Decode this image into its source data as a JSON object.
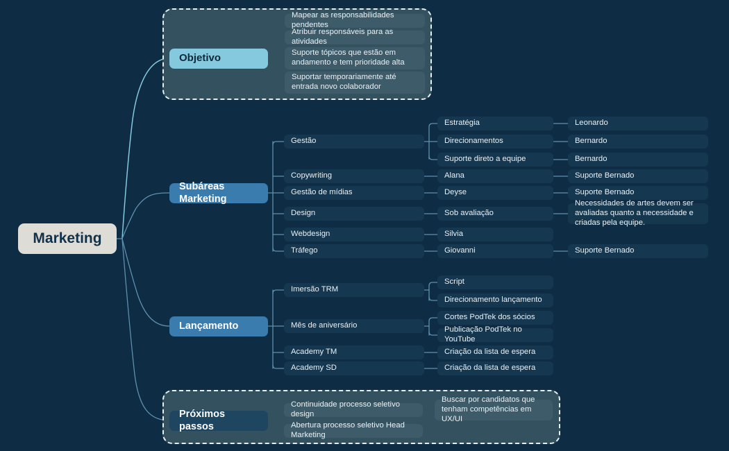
{
  "title": "Marketing Mind Map",
  "colors": {
    "background": "#0e2d45",
    "root_node": "#dddcd6",
    "branch_objetivo": "#84c9dd",
    "branch_subareas": "#3a7cad",
    "branch_lancamento": "#3a7cad",
    "branch_proximos": "#1e4660",
    "leaf_node": "#153750",
    "group_panel": "#33515f",
    "connector": "#5e90ad",
    "connector_highlight": "#84c9dd"
  },
  "root": {
    "label": "Marketing"
  },
  "branches": [
    {
      "id": "objetivo",
      "label": "Objetivo",
      "grouped": true,
      "children": [
        {
          "label": "Mapear as responsabilidades pendentes"
        },
        {
          "label": "Atribuir responsáveis para as atividades"
        },
        {
          "label": "Suporte tópicos que estão em andamento e tem prioridade alta"
        },
        {
          "label": "Suportar temporariamente até entrada novo colaborador"
        }
      ]
    },
    {
      "id": "subareas",
      "label": "Subáreas Marketing",
      "grouped": false,
      "children": [
        {
          "label": "Gestão",
          "children": [
            {
              "label": "Estratégia",
              "children": [
                {
                  "label": "Leonardo"
                }
              ]
            },
            {
              "label": "Direcionamentos",
              "children": [
                {
                  "label": "Bernardo"
                }
              ]
            },
            {
              "label": "Suporte direto a equipe",
              "children": [
                {
                  "label": "Bernardo"
                }
              ]
            }
          ]
        },
        {
          "label": "Copywriting",
          "children": [
            {
              "label": "Alana",
              "children": [
                {
                  "label": "Suporte Bernado"
                }
              ]
            }
          ]
        },
        {
          "label": "Gestão de mídias",
          "children": [
            {
              "label": "Deyse",
              "children": [
                {
                  "label": "Suporte Bernado"
                }
              ]
            }
          ]
        },
        {
          "label": "Design",
          "children": [
            {
              "label": "Sob avaliação",
              "children": [
                {
                  "label": "Necessidades de artes devem ser avaliadas quanto a necessidade e criadas pela equipe."
                }
              ]
            }
          ]
        },
        {
          "label": "Webdesign",
          "children": [
            {
              "label": "Silvia"
            }
          ]
        },
        {
          "label": "Tráfego",
          "children": [
            {
              "label": "Giovanni",
              "children": [
                {
                  "label": "Suporte Bernado"
                }
              ]
            }
          ]
        }
      ]
    },
    {
      "id": "lancamento",
      "label": "Lançamento",
      "grouped": false,
      "children": [
        {
          "label": "Imersão TRM",
          "children": [
            {
              "label": "Script"
            },
            {
              "label": "Direcionamento lançamento"
            }
          ]
        },
        {
          "label": "Mês de aniversário",
          "children": [
            {
              "label": "Cortes PodTek dos sócios"
            },
            {
              "label": "Publicação PodTek no YouTube"
            }
          ]
        },
        {
          "label": "Academy TM",
          "children": [
            {
              "label": "Criação da lista de espera"
            }
          ]
        },
        {
          "label": "Academy SD",
          "children": [
            {
              "label": "Criação da lista de espera"
            }
          ]
        }
      ]
    },
    {
      "id": "proximos",
      "label": "Próximos passos",
      "grouped": true,
      "children": [
        {
          "label": "Continuidade processo seletivo design",
          "children": [
            {
              "label": "Buscar por candidatos que tenham competências em UX/UI"
            }
          ]
        },
        {
          "label": "Abertura processo seletivo Head Marketing"
        }
      ]
    }
  ],
  "nodes": {
    "root": "Marketing",
    "objetivo": "Objetivo",
    "obj_c1": "Mapear as responsabilidades pendentes",
    "obj_c2": "Atribuir responsáveis para as atividades",
    "obj_c3": "Suporte tópicos que estão em andamento e tem prioridade alta",
    "obj_c4": "Suportar temporariamente até entrada novo colaborador",
    "subareas": "Subáreas Marketing",
    "sub_gestao": "Gestão",
    "sub_estrategia": "Estratégia",
    "sub_leonardo": "Leonardo",
    "sub_direcionamentos": "Direcionamentos",
    "sub_bernardo1": "Bernardo",
    "sub_suporte_direto": "Suporte direto a equipe",
    "sub_bernardo2": "Bernardo",
    "sub_copywriting": "Copywriting",
    "sub_alana": "Alana",
    "sub_suporte_bernado1": "Suporte Bernado",
    "sub_gestao_midias": "Gestão de mídias",
    "sub_deyse": "Deyse",
    "sub_suporte_bernado2": "Suporte Bernado",
    "sub_design": "Design",
    "sub_sob_avaliacao": "Sob avaliação",
    "sub_necessidades": "Necessidades de artes devem ser avaliadas quanto a necessidade e criadas pela equipe.",
    "sub_webdesign": "Webdesign",
    "sub_silvia": "Silvia",
    "sub_trafego": "Tráfego",
    "sub_giovanni": "Giovanni",
    "sub_suporte_bernado3": "Suporte Bernado",
    "lancamento": "Lançamento",
    "lan_imersao": "Imersão TRM",
    "lan_script": "Script",
    "lan_direcionamento": "Direcionamento lançamento",
    "lan_mes": "Mês de aniversário",
    "lan_cortes": "Cortes PodTek dos sócios",
    "lan_publicacao": "Publicação PodTek no YouTube",
    "lan_academy_tm": "Academy TM",
    "lan_espera1": "Criação da lista de espera",
    "lan_academy_sd": "Academy SD",
    "lan_espera2": "Criação da lista de espera",
    "proximos": "Próximos passos",
    "prox_continuidade": "Continuidade processo seletivo design",
    "prox_buscar": "Buscar por candidatos que tenham competências em UX/UI",
    "prox_abertura": "Abertura processo seletivo Head Marketing"
  }
}
